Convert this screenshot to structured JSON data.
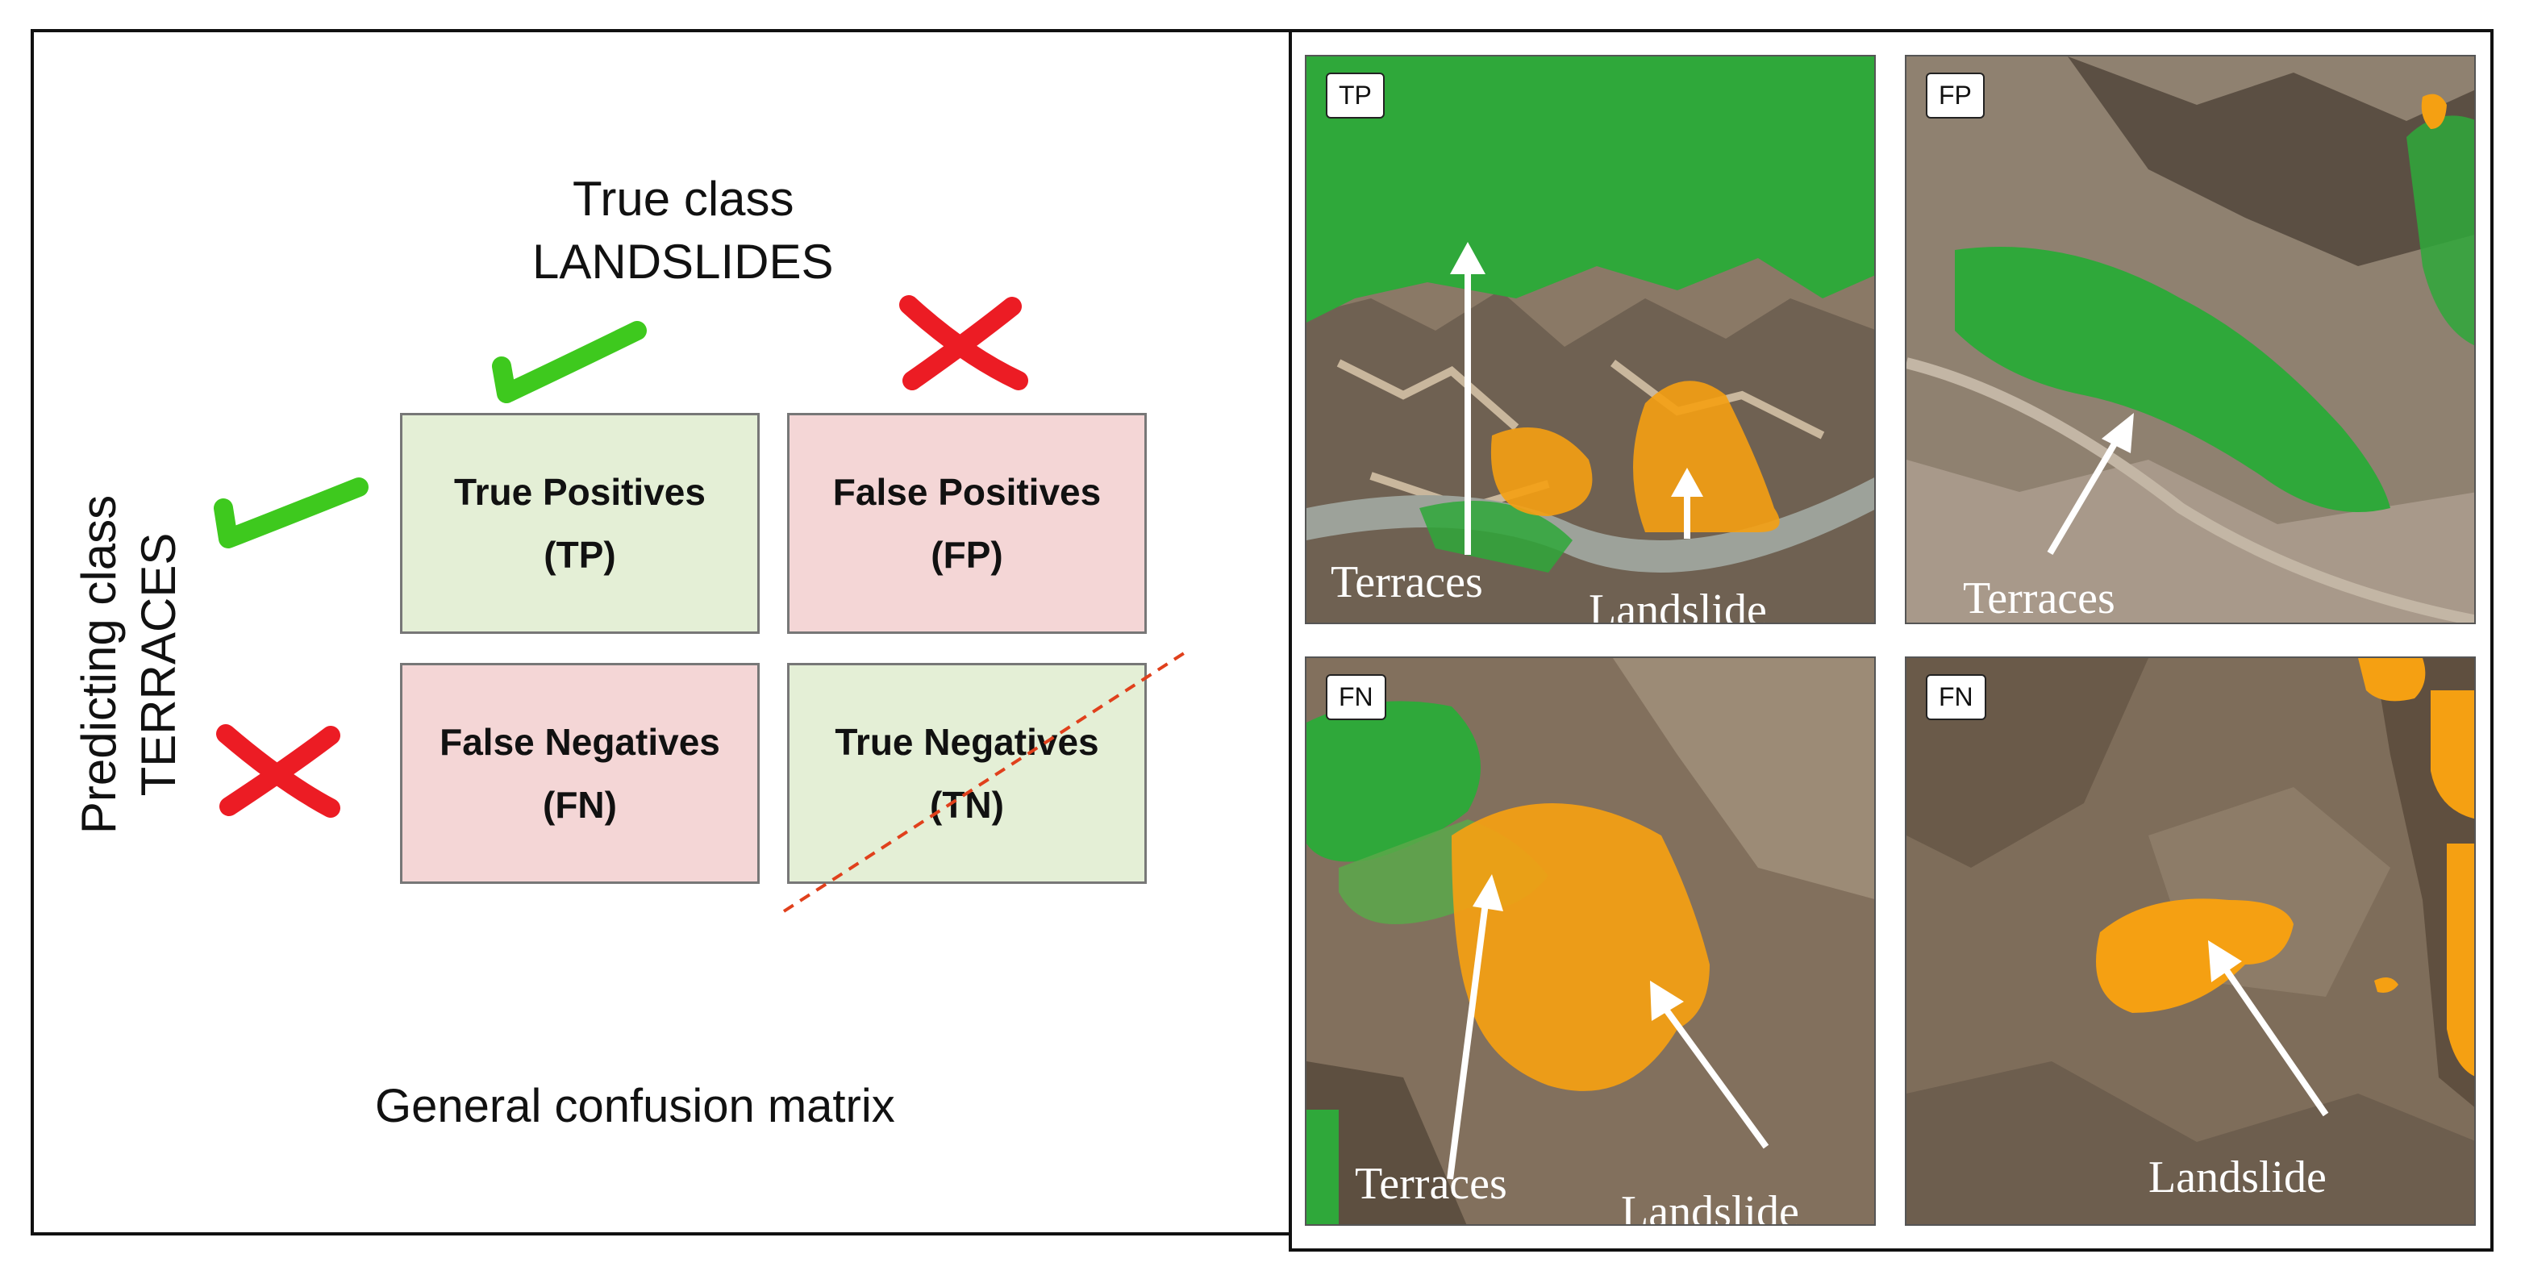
{
  "matrix": {
    "true_class_line1": "True class",
    "true_class_line2": "LANDSLIDES",
    "predicting_line1": "Predicting class",
    "predicting_line2": "TERRACES",
    "cells": {
      "tp": {
        "line1": "True Positives",
        "line2": "(TP)"
      },
      "fp": {
        "line1": "False Positives",
        "line2": "(FP)"
      },
      "fn": {
        "line1": "False Negatives",
        "line2": "(FN)"
      },
      "tn": {
        "line1": "True Negatives",
        "line2": "(TN)"
      }
    },
    "caption": "General confusion matrix",
    "colors": {
      "correct": "#e4efd6",
      "incorrect": "#f4d6d6",
      "check": "#3ec91e",
      "cross": "#ec1c24",
      "strike": "#e0401c"
    }
  },
  "panels": [
    {
      "tag": "TP",
      "labels": [
        "Terraces",
        "Landslide"
      ]
    },
    {
      "tag": "FP",
      "labels": [
        "Terraces"
      ]
    },
    {
      "tag": "FN",
      "labels": [
        "Terraces",
        "Landslide"
      ]
    },
    {
      "tag": "FN",
      "labels": [
        "Landslide"
      ]
    }
  ],
  "legend_colors": {
    "terraces_mask": "#2fa83a",
    "landslide_mask": "#f5a012",
    "terrain": "#7a6a58"
  }
}
